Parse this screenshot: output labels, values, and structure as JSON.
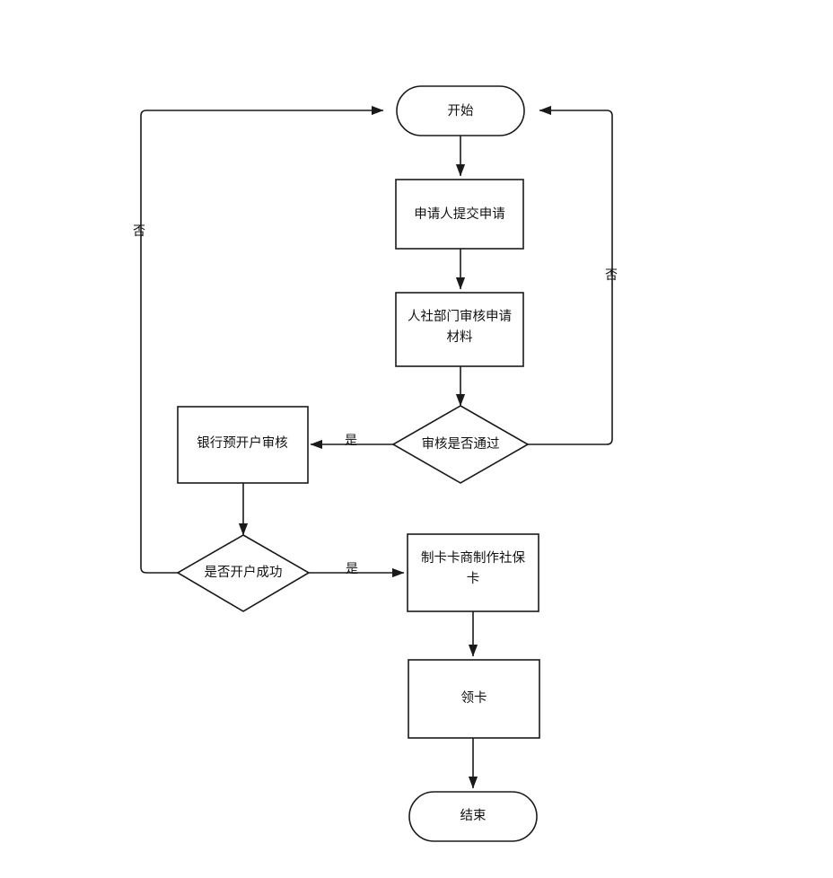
{
  "diagram": {
    "type": "flowchart",
    "title": "",
    "orientation": "top-to-bottom",
    "background_color": "#ffffff",
    "line_color": "#1a1a1a",
    "text_color": "#111111",
    "nodes": [
      {
        "id": "start",
        "shape": "stadium",
        "label": "开始"
      },
      {
        "id": "submit",
        "shape": "rectangle",
        "label": "申请人提交申请"
      },
      {
        "id": "review",
        "shape": "rectangle",
        "label_line1": "人社部门审核申请",
        "label_line2": "材料"
      },
      {
        "id": "decision1",
        "shape": "diamond",
        "label": "审核是否通过"
      },
      {
        "id": "bank",
        "shape": "rectangle",
        "label": "银行预开户审核"
      },
      {
        "id": "decision2",
        "shape": "diamond",
        "label": "是否开户成功"
      },
      {
        "id": "makecard",
        "shape": "rectangle",
        "label_line1": "制卡卡商制作社保",
        "label_line2": "卡"
      },
      {
        "id": "getcard",
        "shape": "rectangle",
        "label": "领卡"
      },
      {
        "id": "end",
        "shape": "stadium",
        "label": "结束"
      }
    ],
    "edges": [
      {
        "from": "start",
        "to": "submit",
        "label": ""
      },
      {
        "from": "submit",
        "to": "review",
        "label": ""
      },
      {
        "from": "review",
        "to": "decision1",
        "label": ""
      },
      {
        "from": "decision1",
        "to": "bank",
        "label": "是"
      },
      {
        "from": "decision1",
        "to": "start",
        "label": "否"
      },
      {
        "from": "bank",
        "to": "decision2",
        "label": ""
      },
      {
        "from": "decision2",
        "to": "makecard",
        "label": "是"
      },
      {
        "from": "decision2",
        "to": "start",
        "label": "否"
      },
      {
        "from": "makecard",
        "to": "getcard",
        "label": ""
      },
      {
        "from": "getcard",
        "to": "end",
        "label": ""
      }
    ],
    "edge_labels": {
      "no_left": "否",
      "no_right": "否",
      "yes_upper": "是",
      "yes_lower": "是"
    }
  }
}
